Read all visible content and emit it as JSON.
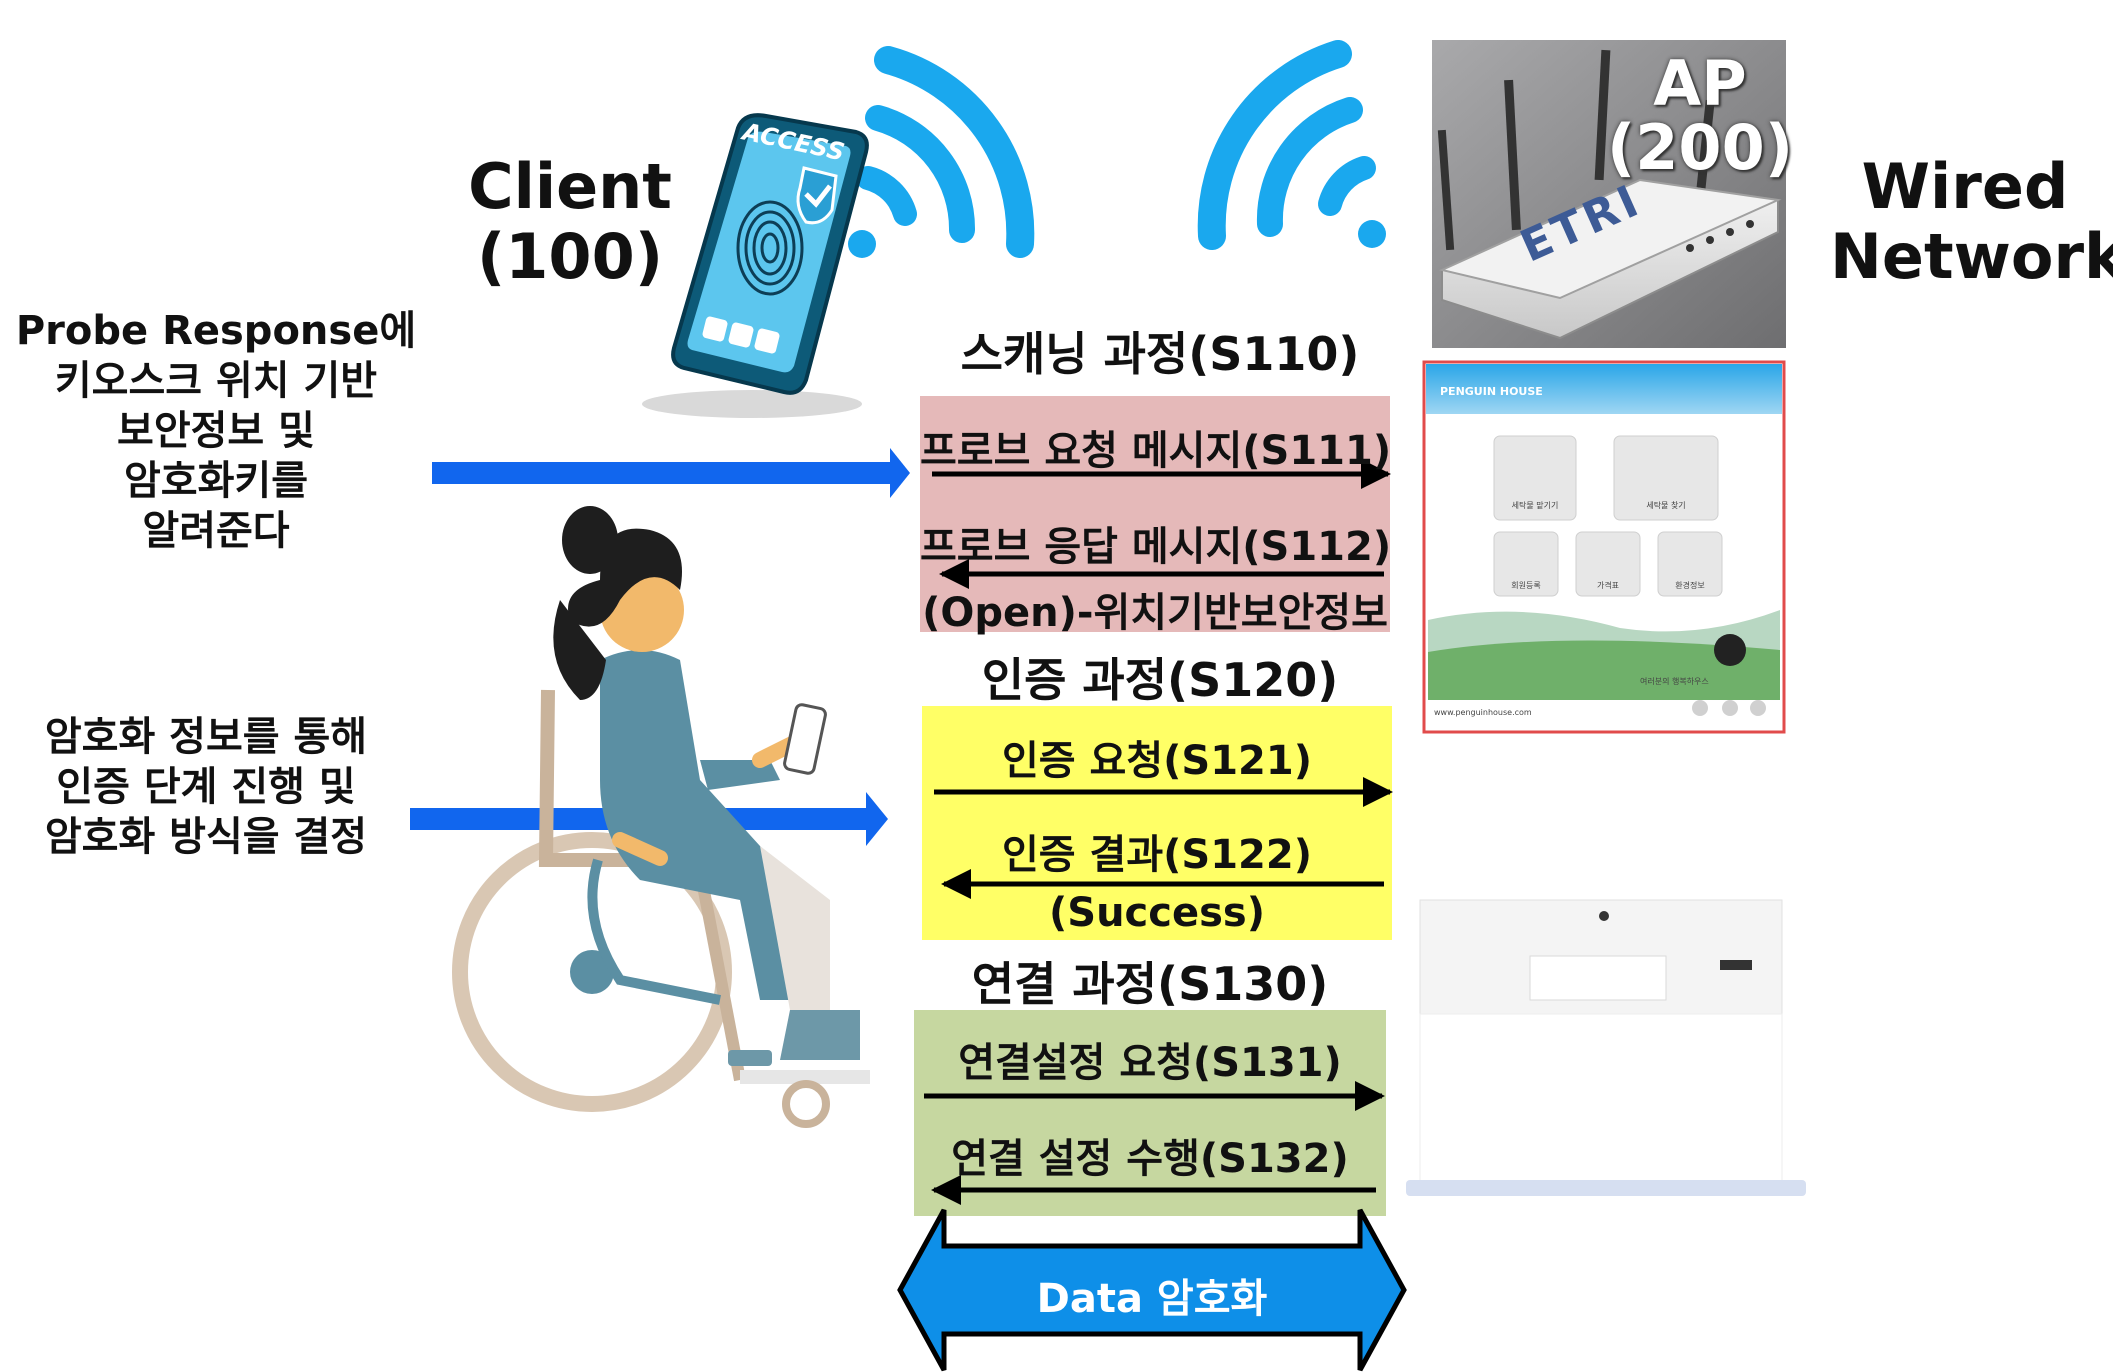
{
  "client": {
    "label_line1": "Client",
    "label_line2": "(100)"
  },
  "ap": {
    "label_line1": "AP",
    "label_line2": "(200)",
    "brand": "ETRI"
  },
  "wired": {
    "label_line1": "Wired",
    "label_line2": "Network"
  },
  "phone_screen_text": "ACCESS",
  "kiosk_screen": {
    "brand": "PENGUIN HOUSE",
    "tiles": [
      "세탁물 맡기기",
      "세탁물 찾기",
      "회원등록",
      "가격표",
      "환경정보"
    ],
    "footer_url": "www.penguinhouse.com",
    "footer_slogan": "여러분의 행복하우스"
  },
  "left_notes": {
    "note1": [
      "Probe Response에",
      "키오스크 위치 기반",
      "보안정보 및",
      "암호화키를",
      "알려준다"
    ],
    "note2": [
      "암호화 정보를 통해",
      "인증 단계 진행 및",
      "암호화 방식을 결정"
    ]
  },
  "phases": {
    "scan": {
      "title": "스캐닝 과정(S110)",
      "msg1": "프로브 요청 메시지(S111)",
      "msg2": "프로브 응답 메시지(S112)",
      "msg2_sub": "(Open)-위치기반보안정보"
    },
    "auth": {
      "title": "인증 과정(S120)",
      "msg1": "인증 요청(S121)",
      "msg2": "인증 결과(S122)",
      "msg2_sub": "(Success)"
    },
    "conn": {
      "title": "연결 과정(S130)",
      "msg1": "연결설정 요청(S131)",
      "msg2": "연결 설정 수행(S132)"
    }
  },
  "data_arrow_label": "Data 암호화",
  "colors": {
    "scan_bg": "#e5b9b9",
    "auth_bg": "#ffff66",
    "conn_bg": "#c6d7a0",
    "blue_arrow": "#1166ee",
    "wifi": "#1aa8ee",
    "data_arrow": "#0e8fe8"
  }
}
